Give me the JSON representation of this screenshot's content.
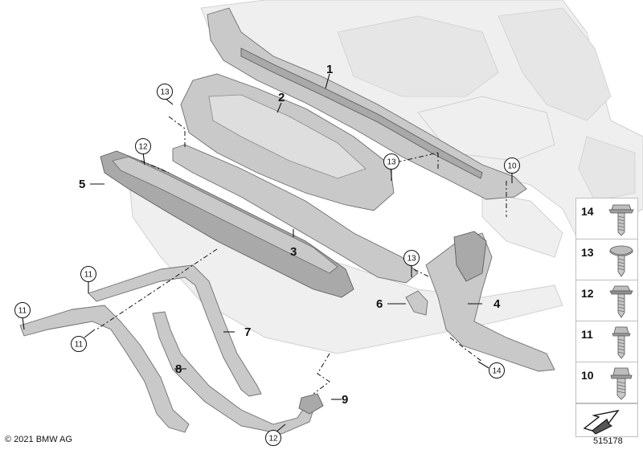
{
  "callouts": {
    "c1": "1",
    "c2": "2",
    "c3": "3",
    "c4": "4",
    "c5": "5",
    "c6": "6",
    "c7": "7",
    "c8": "8",
    "c9": "9"
  },
  "circled": {
    "a": "13",
    "b": "12",
    "c": "13",
    "d": "10",
    "e": "13",
    "f": "11",
    "g": "11",
    "h": "11",
    "i": "14",
    "j": "12"
  },
  "legend": {
    "items": [
      {
        "number": "14",
        "icon": "flange-bolt-icon"
      },
      {
        "number": "13",
        "icon": "pan-head-screw-icon"
      },
      {
        "number": "12",
        "icon": "hex-flange-screw-icon"
      },
      {
        "number": "11",
        "icon": "hex-bolt-icon"
      },
      {
        "number": "10",
        "icon": "hex-collar-bolt-icon"
      }
    ],
    "arrow_icon": "direction-arrow-icon"
  },
  "footer": {
    "copyright": "© 2021 BMW AG",
    "image_id": "515178"
  },
  "colors": {
    "part_fill": "#c9c9c9",
    "part_stroke": "#6f6f6f",
    "ghost_fill": "#efefef",
    "text": "#111111"
  }
}
